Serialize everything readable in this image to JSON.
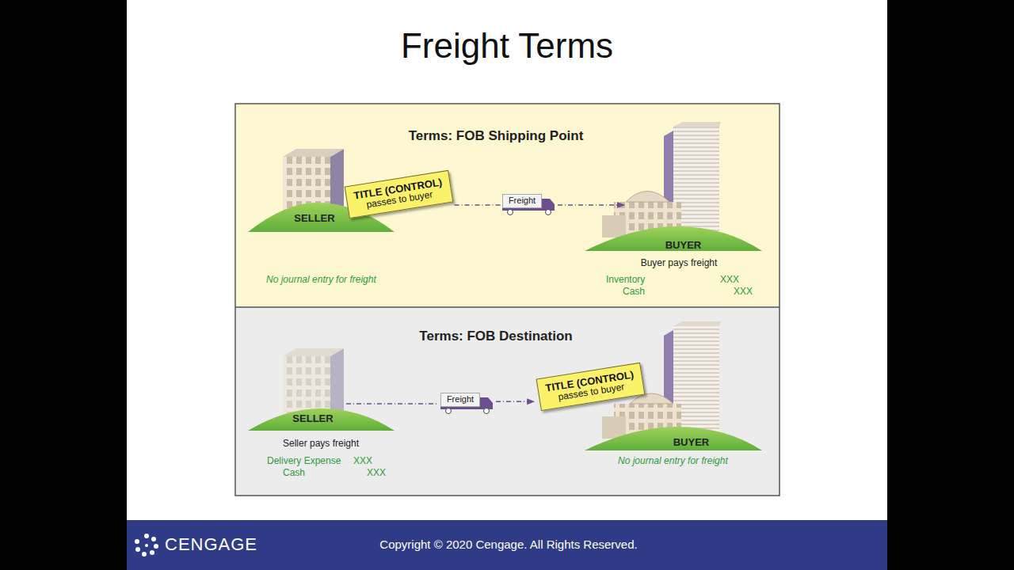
{
  "diagram": {
    "title": "Freight Terms",
    "nodes": [
      {
        "text": [
          "Terms: FOB Shipping Point"
        ]
      },
      {
        "text": [
          "SELLER"
        ],
        "in": 0
      },
      {
        "text": [
          "TITLE (CONTROL)",
          "passes to buyer"
        ],
        "in": 0
      },
      {
        "text": [
          "Freight"
        ],
        "in": 0
      },
      {
        "text": [
          "BUYER"
        ],
        "in": 0
      },
      {
        "text": [
          "Terms: FOB Destination"
        ]
      },
      {
        "text": [
          "SELLER"
        ],
        "in": 5
      },
      {
        "text": [
          "Freight"
        ],
        "in": 5
      },
      {
        "text": [
          "TITLE (CONTROL)",
          "passes to buyer"
        ],
        "in": 5
      },
      {
        "text": [
          "BUYER"
        ],
        "in": 5
      }
    ],
    "edges": [
      {
        "from": 2,
        "to": 3,
        "arrow": "none"
      },
      {
        "from": 3,
        "to": 4,
        "arrow": "to"
      },
      {
        "from": 6,
        "to": 7,
        "arrow": "none"
      },
      {
        "from": 7,
        "to": 8,
        "arrow": "to"
      }
    ],
    "labels": [
      "No journal entry for freight",
      "Buyer pays freight",
      "Inventory",
      "XXX",
      "Cash",
      "XXX",
      "Seller pays freight",
      "Delivery Expense",
      "XXX",
      "Cash",
      "XXX",
      "No journal entry for freight",
      "CENGAGE",
      "Copyright © 2020 Cengage. All Rights Reserved."
    ]
  }
}
